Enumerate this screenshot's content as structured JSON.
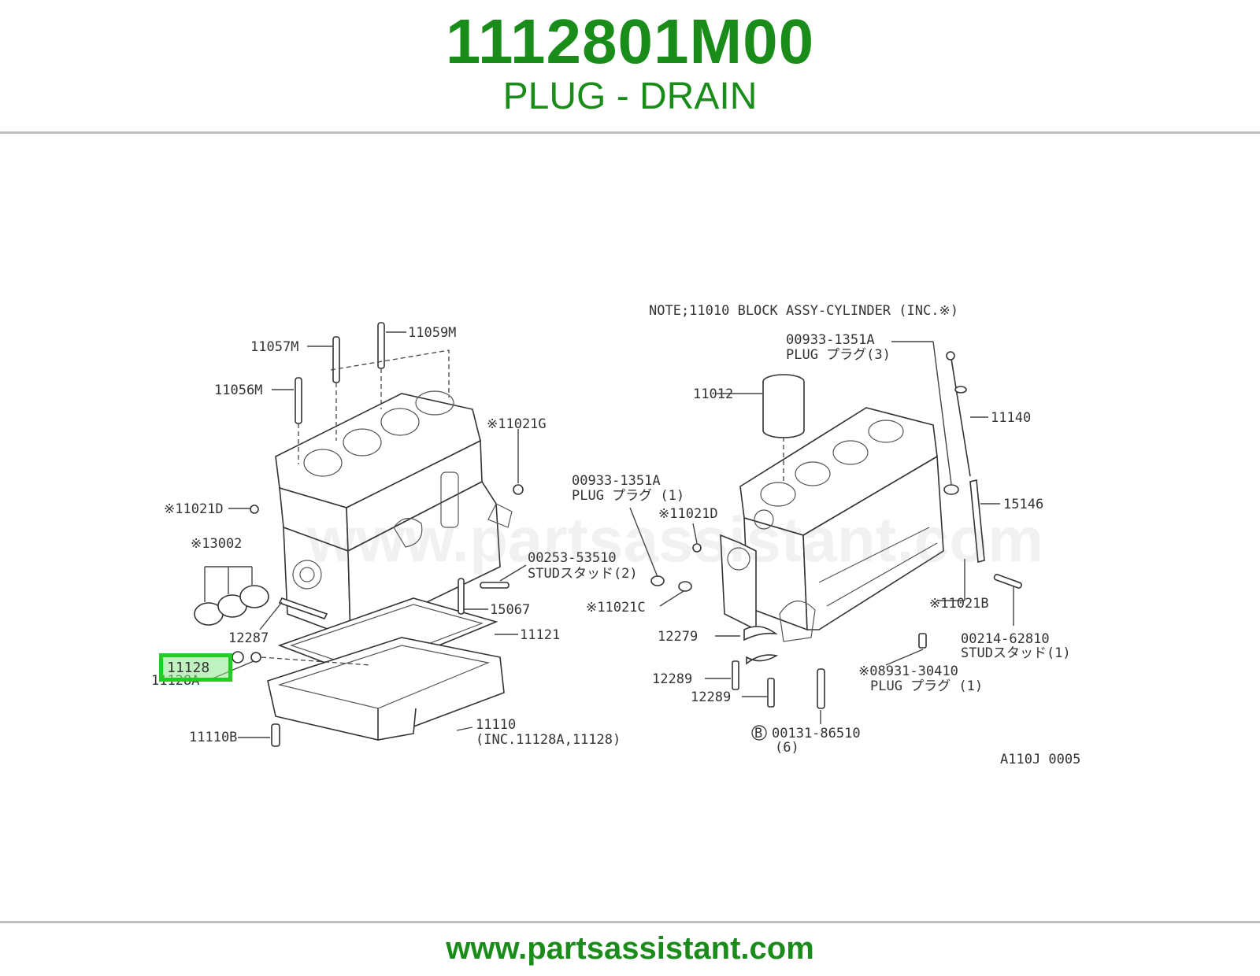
{
  "header": {
    "part_number": "1112801M00",
    "description": "PLUG - DRAIN"
  },
  "footer": {
    "website": "www.partsassistant.com"
  },
  "watermark": "www.partsassistant.com",
  "colors": {
    "brand_green": "#1a8c1a",
    "highlight_border": "#22cc22"
  },
  "diagram": {
    "note": "NOTE;11010 BLOCK ASSY-CYLINDER (INC.※)",
    "ref_code": "A110J 0005",
    "highlighted_part": "11128",
    "labels": {
      "p11057M": "11057M",
      "p11059M": "11059M",
      "p11056M": "11056M",
      "p11021G": "※11021G",
      "p11021D_left": "※11021D",
      "p13002": "※13002",
      "p12287": "12287",
      "p11128A": "11128A",
      "p11110B": "11110B",
      "p00253": "00253-53510",
      "p00253_stud": "STUDスタッド(2)",
      "p15067": "15067",
      "p11121": "11121",
      "p11110": "11110",
      "p11110_inc": "(INC.11128A,11128)",
      "p00933_top": "00933-1351A",
      "p00933_top_plug": "PLUG プラグ(3)",
      "p11012": "11012",
      "p11140": "11140",
      "p15146": "15146",
      "p00933_left": "00933-1351A",
      "p00933_left_plug": "PLUG プラグ (1)",
      "p11021D_right": "※11021D",
      "p11021C": "※11021C",
      "p11021B": "※11021B",
      "p00214": "00214-62810",
      "p00214_stud": "STUDスタッド(1)",
      "p12279": "12279",
      "p12289a": "12289",
      "p12289b": "12289",
      "p08931": "※08931-30410",
      "p08931_plug": "PLUG プラグ (1)",
      "p00131_circle": "B",
      "p00131": "00131-86510",
      "p00131_qty": "(6)"
    }
  }
}
